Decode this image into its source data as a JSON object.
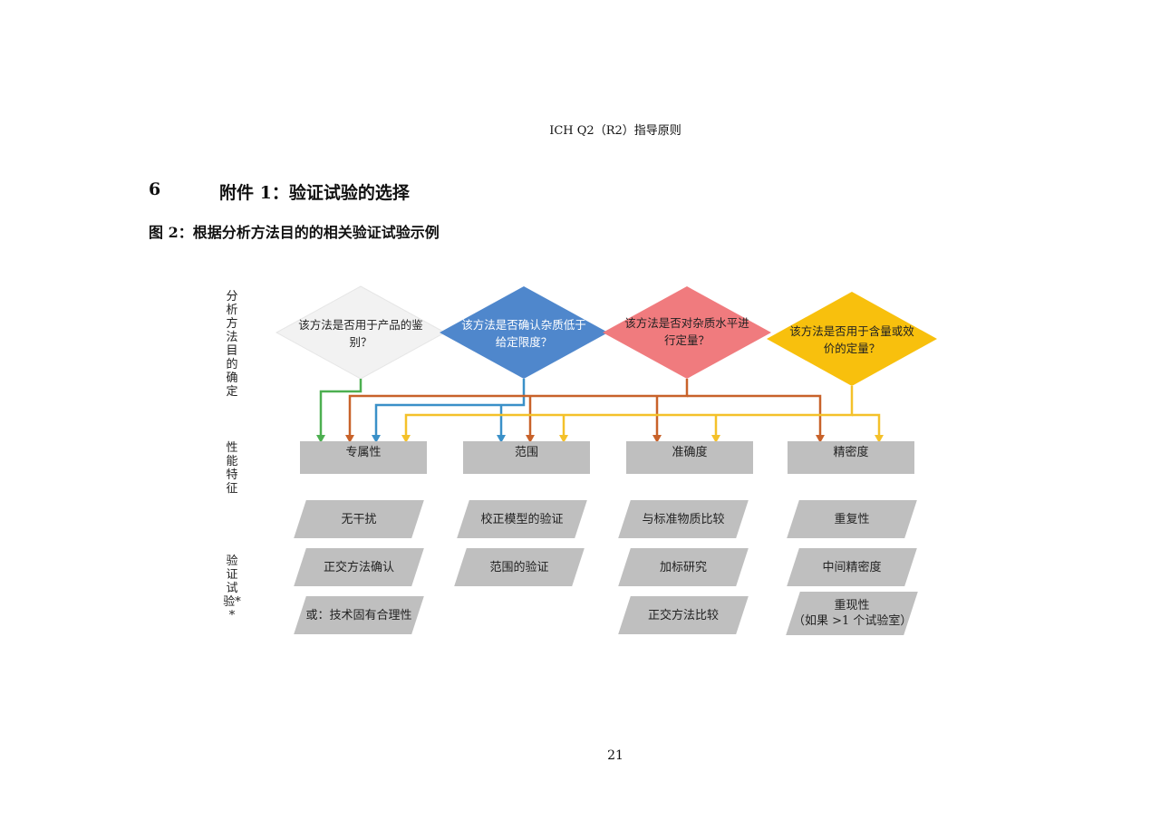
{
  "header": "ICH Q2（R2）指导原则",
  "section": {
    "number": "6",
    "title": "附件 1：验证试验的选择"
  },
  "figure_title": "图 2：根据分析方法目的的相关验证试验示例",
  "row_labels": {
    "purpose": "分析方法目的确定",
    "characteristics": "性能特征",
    "tests": "验证试验**"
  },
  "questions": [
    {
      "text": "该方法是否用于产品的鉴别？",
      "color": "#f2f2f2"
    },
    {
      "text": "该方法是否确认杂质低于给定限度？",
      "color": "#4f87cc"
    },
    {
      "text": "该方法是否对杂质水平进行定量？",
      "color": "#f07b7e"
    },
    {
      "text": "该方法是否用于含量或效价的定量？",
      "color": "#f8c00d"
    }
  ],
  "characteristics": [
    "专属性",
    "范围",
    "准确度",
    "精密度"
  ],
  "tests": {
    "col1": [
      "无干扰",
      "正交方法确认",
      "或：技术固有合理性"
    ],
    "col2": [
      "校正模型的验证",
      "范围的验证"
    ],
    "col3": [
      "与标准物质比较",
      "加标研究",
      "正交方法比较"
    ],
    "col4": [
      "重复性",
      "中间精密度",
      "重现性",
      "（如果 >1 个试验室）"
    ]
  },
  "line_colors": {
    "green": "#4caf50",
    "blue": "#3a90c8",
    "orange": "#c8622a",
    "yellow": "#f4c12a"
  },
  "page_number": "21"
}
